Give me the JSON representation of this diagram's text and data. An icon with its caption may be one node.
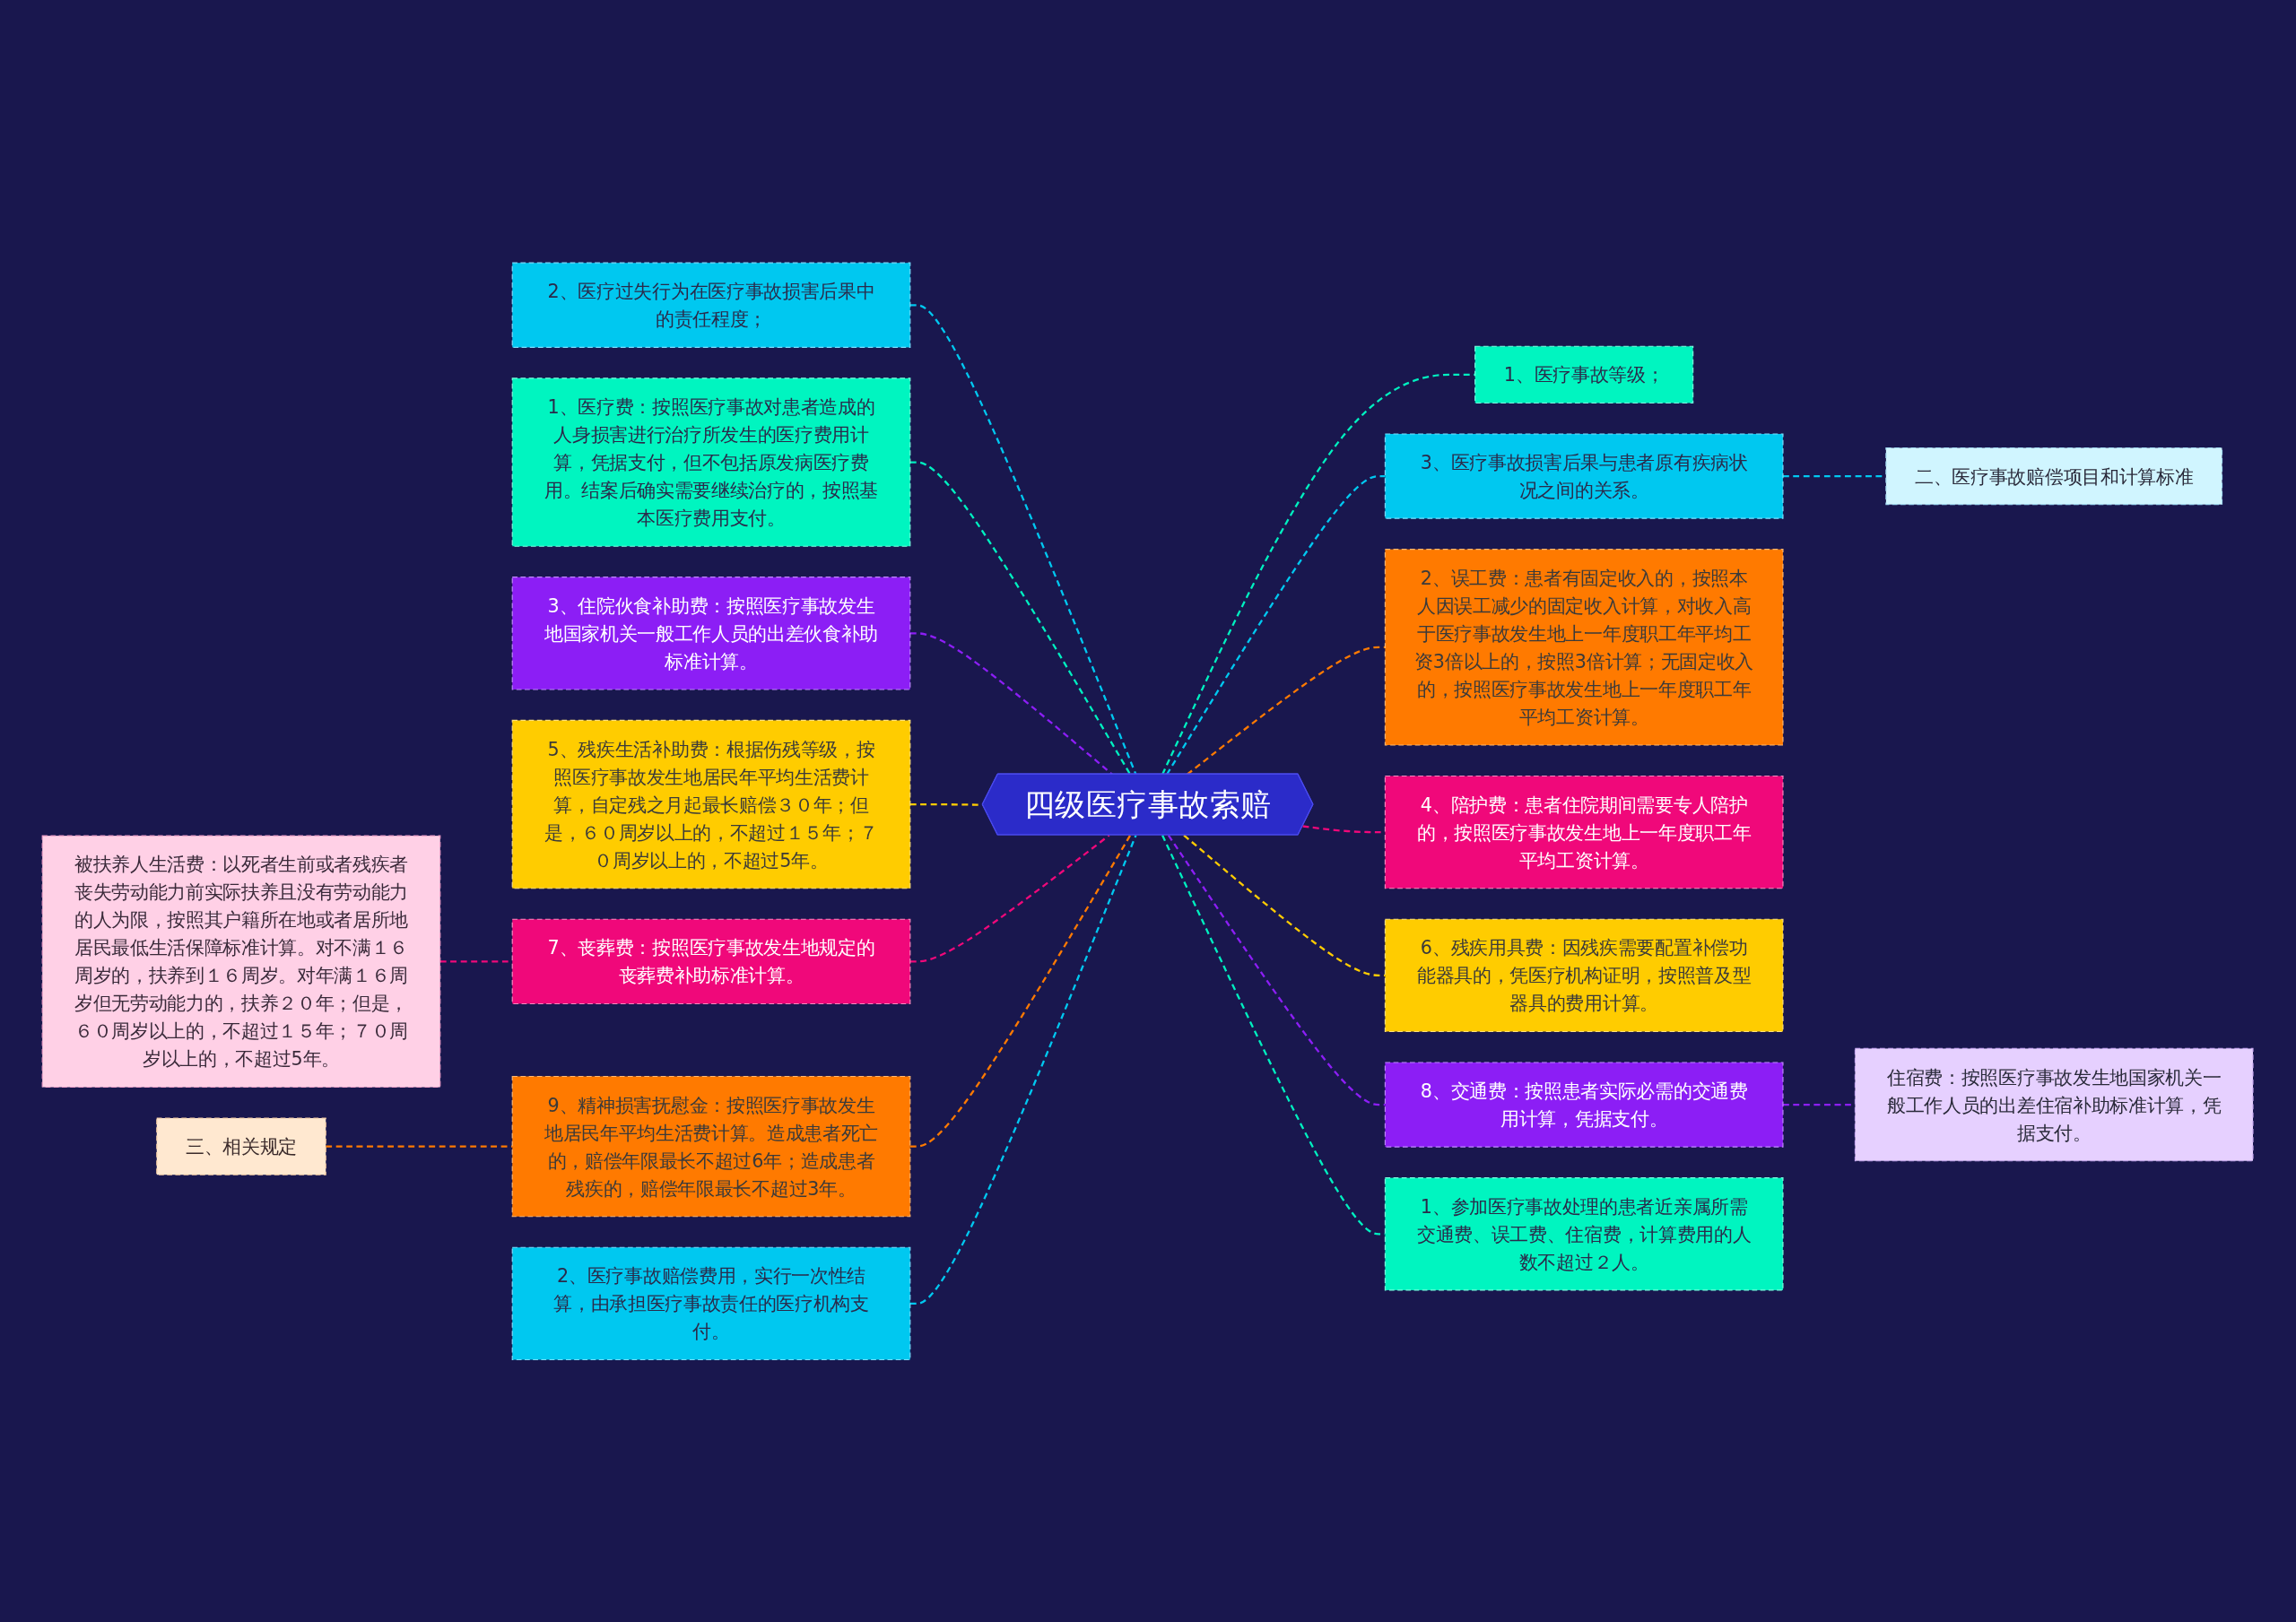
{
  "diagram": {
    "nodes": [
      {
        "text": [
          "四级医疗事故索赔"
        ]
      },
      {
        "text": [
          "2、医疗过失行为在医疗事故损害后果中的责任程度；"
        ]
      },
      {
        "text": [
          "1、医疗费：按照医疗事故对患者造成的人身损害进行治疗所发生的医疗费用计算，凭据支付，但不包括原发病医疗费用。结案后确实需要继续治疗的，按照基本医疗费用支付。"
        ]
      },
      {
        "text": [
          "3、住院伙食补助费：按照医疗事故发生地国家机关一般工作人员的出差伙食补助标准计算。"
        ]
      },
      {
        "text": [
          "5、残疾生活补助费：根据伤残等级，按照医疗事故发生地居民年平均生活费计算，自定残之月起最长赔偿３０年；但是，６０周岁以上的，不超过１５年；７０周岁以上的，不超过5年。"
        ]
      },
      {
        "text": [
          "7、丧葬费：按照医疗事故发生地规定的丧葬费补助标准计算。"
        ]
      },
      {
        "text": [
          "9、精神损害抚慰金：按照医疗事故发生地居民年平均生活费计算。造成患者死亡的，赔偿年限最长不超过6年；造成患者残疾的，赔偿年限最长不超过3年。"
        ]
      },
      {
        "text": [
          "2、医疗事故赔偿费用，实行一次性结算，由承担医疗事故责任的医疗机构支付。"
        ]
      },
      {
        "text": [
          "1、医疗事故等级；"
        ]
      },
      {
        "text": [
          "3、医疗事故损害后果与患者原有疾病状况之间的关系。"
        ]
      },
      {
        "text": [
          "2、误工费：患者有固定收入的，按照本人因误工减少的固定收入计算，对收入高于医疗事故发生地上一年度职工年平均工资3倍以上的，按照3倍计算；无固定收入的，按照医疗事故发生地上一年度职工年平均工资计算。"
        ]
      },
      {
        "text": [
          "4、陪护费：患者住院期间需要专人陪护的，按照医疗事故发生地上一年度职工年平均工资计算。"
        ]
      },
      {
        "text": [
          "6、残疾用具费：因残疾需要配置补偿功能器具的，凭医疗机构证明，按照普及型器具的费用计算。"
        ]
      },
      {
        "text": [
          "8、交通费：按照患者实际必需的交通费用计算，凭据支付。"
        ]
      },
      {
        "text": [
          "1、参加医疗事故处理的患者近亲属所需交通费、误工费、住宿费，计算费用的人数不超过２人。"
        ]
      },
      {
        "text": [
          "被扶养人生活费：以死者生前或者残疾者丧失劳动能力前实际扶养且没有劳动能力的人为限，按照其户籍所在地或者居所地居民最低生活保障标准计算。对不满１６周岁的，扶养到１６周岁。对年满１６周岁但无劳动能力的，扶养２０年；但是，６０周岁以上的，不超过１５年；７０周岁以上的，不超过5年。"
        ]
      },
      {
        "text": [
          "三、相关规定"
        ]
      },
      {
        "text": [
          "二、医疗事故赔偿项目和计算标准"
        ]
      },
      {
        "text": [
          "住宿费：按照医疗事故发生地国家机关一般工作人员的出差住宿补助标准计算，凭据支付。"
        ]
      }
    ],
    "edges": [
      {
        "from": 1,
        "to": 0,
        "arrow": "none",
        "style": "dashed",
        "color": "#00c8f0"
      },
      {
        "from": 2,
        "to": 0,
        "arrow": "none",
        "style": "dashed",
        "color": "#00f0c0"
      },
      {
        "from": 3,
        "to": 0,
        "arrow": "none",
        "style": "dashed",
        "color": "#8c1ef5"
      },
      {
        "from": 4,
        "to": 0,
        "arrow": "none",
        "style": "dashed",
        "color": "#ffcc00"
      },
      {
        "from": 5,
        "to": 0,
        "arrow": "none",
        "style": "dashed",
        "color": "#f0087a"
      },
      {
        "from": 6,
        "to": 0,
        "arrow": "none",
        "style": "dashed",
        "color": "#ff7a00"
      },
      {
        "from": 7,
        "to": 0,
        "arrow": "none",
        "style": "dashed",
        "color": "#00c8f0"
      },
      {
        "from": 0,
        "to": 8,
        "arrow": "none",
        "style": "dashed",
        "color": "#00f0c0"
      },
      {
        "from": 0,
        "to": 9,
        "arrow": "none",
        "style": "dashed",
        "color": "#00c8f0"
      },
      {
        "from": 0,
        "to": 10,
        "arrow": "none",
        "style": "dashed",
        "color": "#ff7a00"
      },
      {
        "from": 0,
        "to": 11,
        "arrow": "none",
        "style": "dashed",
        "color": "#f0087a"
      },
      {
        "from": 0,
        "to": 12,
        "arrow": "none",
        "style": "dashed",
        "color": "#ffcc00"
      },
      {
        "from": 0,
        "to": 13,
        "arrow": "none",
        "style": "dashed",
        "color": "#8c1ef5"
      },
      {
        "from": 0,
        "to": 14,
        "arrow": "none",
        "style": "dashed",
        "color": "#00f0c0"
      },
      {
        "from": 15,
        "to": 5,
        "arrow": "none",
        "style": "dashed",
        "color": "#f0087a"
      },
      {
        "from": 16,
        "to": 6,
        "arrow": "none",
        "style": "dashed",
        "color": "#ff7a00"
      },
      {
        "from": 9,
        "to": 17,
        "arrow": "none",
        "style": "dashed",
        "color": "#00c8f0"
      },
      {
        "from": 13,
        "to": 18,
        "arrow": "none",
        "style": "dashed",
        "color": "#8c1ef5"
      }
    ]
  }
}
